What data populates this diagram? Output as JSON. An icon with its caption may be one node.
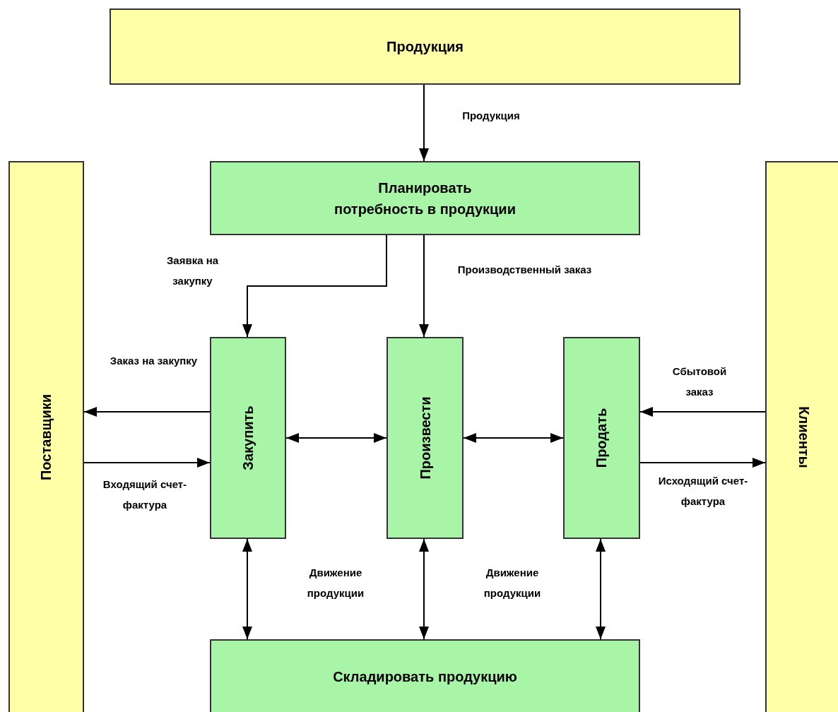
{
  "diagram": {
    "nodes": [
      {
        "text": [
          "Продукция"
        ]
      },
      {
        "text": [
          "Планировать потребность в продукции"
        ]
      },
      {
        "text": [
          "Поставщики"
        ]
      },
      {
        "text": [
          "Клиенты"
        ]
      },
      {
        "text": [
          "Закупить"
        ]
      },
      {
        "text": [
          "Произвести"
        ]
      },
      {
        "text": [
          "Продать"
        ]
      },
      {
        "text": [
          "Складировать продукцию"
        ]
      }
    ],
    "edges": [
      {
        "from": 0,
        "to": 1,
        "arrow": "to",
        "label": "Продукция"
      },
      {
        "from": 1,
        "to": 4,
        "arrow": "to",
        "label": "Заявка на закупку"
      },
      {
        "from": 1,
        "to": 5,
        "arrow": "to",
        "label": "Производственный заказ"
      },
      {
        "from": 4,
        "to": 2,
        "arrow": "to",
        "label": "Заказ на закупку"
      },
      {
        "from": 2,
        "to": 4,
        "arrow": "to",
        "label": "Входящий счет-фактура"
      },
      {
        "from": 3,
        "to": 6,
        "arrow": "to",
        "label": "Сбытовой заказ"
      },
      {
        "from": 6,
        "to": 3,
        "arrow": "to",
        "label": "Исходящий счет-фактура"
      },
      {
        "from": 4,
        "to": 5,
        "arrow": "both"
      },
      {
        "from": 5,
        "to": 6,
        "arrow": "both"
      },
      {
        "from": 4,
        "to": 7,
        "arrow": "both"
      },
      {
        "from": 5,
        "to": 7,
        "arrow": "both"
      },
      {
        "from": 6,
        "to": 7,
        "arrow": "both"
      }
    ],
    "labels": [
      "Движение продукции",
      "Движение продукции"
    ]
  }
}
